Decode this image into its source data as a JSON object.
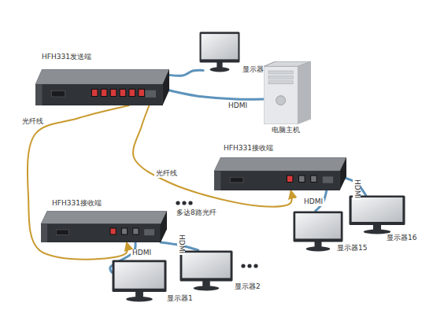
{
  "diagram": {
    "nodes": [
      {
        "text": [
          "HFH331发送端"
        ]
      },
      {
        "text": [
          "显示器"
        ]
      },
      {
        "text": [
          "电脑主机"
        ]
      },
      {
        "text": [
          "HFH331接收端"
        ]
      },
      {
        "text": [
          "HFH331接收端"
        ]
      },
      {
        "text": [
          "显示器1"
        ]
      },
      {
        "text": [
          "显示器2"
        ]
      },
      {
        "text": [
          "显示器15"
        ]
      },
      {
        "text": [
          "显示器16"
        ]
      }
    ],
    "edges": [
      {
        "from": 0,
        "to": 1,
        "arrow": "none"
      },
      {
        "from": 2,
        "to": 0,
        "label": "HDMI",
        "arrow": "none"
      },
      {
        "from": 0,
        "to": 4,
        "label": "光纤线",
        "arrow": "to"
      },
      {
        "from": 0,
        "to": 3,
        "label": "光纤线",
        "arrow": "to"
      },
      {
        "from": 4,
        "to": 5,
        "label": "HDMI",
        "arrow": "none"
      },
      {
        "from": 4,
        "to": 6,
        "label": "HDMI",
        "arrow": "none"
      },
      {
        "from": 3,
        "to": 7,
        "label": "HDMI",
        "arrow": "none"
      },
      {
        "from": 3,
        "to": 8,
        "label": "HDMI",
        "arrow": "none"
      }
    ],
    "labels": [
      "多达8路光纤"
    ]
  }
}
